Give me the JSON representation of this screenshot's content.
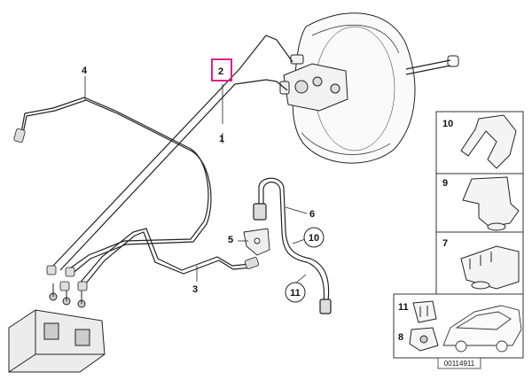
{
  "diagram": {
    "ref_code": "00114911",
    "highlight_color": "#e0218a",
    "callouts": {
      "p1": "1",
      "p2": "2",
      "p3": "3",
      "p4": "4",
      "p5": "5",
      "p6": "6",
      "p10": "10",
      "p11": "11"
    },
    "side_panels": {
      "p10": "10",
      "p9": "9",
      "p7": "7",
      "p11": "11",
      "p8": "8"
    }
  }
}
